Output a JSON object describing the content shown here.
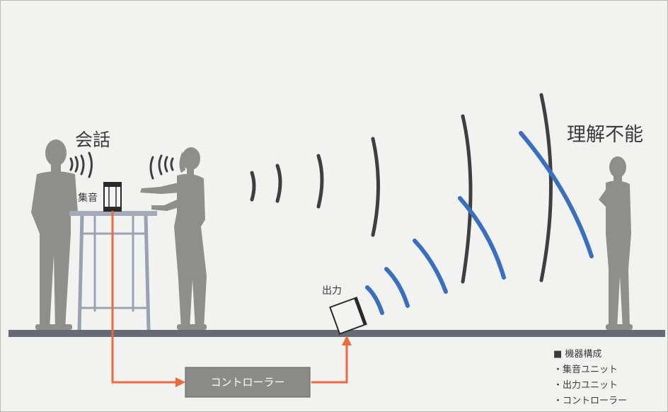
{
  "labels": {
    "conversation": "会話",
    "sound_collection": "集音",
    "output": "出力",
    "unintelligible": "理解不能",
    "controller": "コントローラー"
  },
  "legend": {
    "title": "機器構成",
    "items": [
      "集音ユニット",
      "出力ユニット",
      "コントローラー"
    ]
  },
  "colors": {
    "background": "#f2f3f1",
    "silhouette": "#8e8f8d",
    "table": "#9aa2b2",
    "floor": "#666a72",
    "speech_wave": "#3e3f41",
    "masking_wave": "#3a6fc0",
    "signal_line": "#ee6a3a",
    "controller_box": "#8b8b89",
    "border": "#b9bab7"
  }
}
